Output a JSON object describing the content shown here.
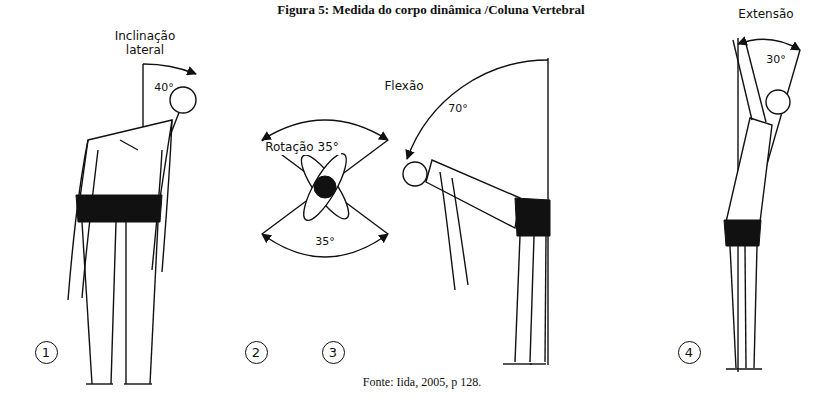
{
  "diagram": {
    "title": "Figura 5: Medida do corpo dinâmica /Coluna Vertebral",
    "caption": "Fonte: Iida, 2005, p 128.",
    "labels": [
      "Inclinação lateral",
      "40°",
      "Rotação 35°",
      "35°",
      "Flexão",
      "70°",
      "Extensão",
      "30°",
      "1",
      "2",
      "3",
      "4"
    ]
  }
}
